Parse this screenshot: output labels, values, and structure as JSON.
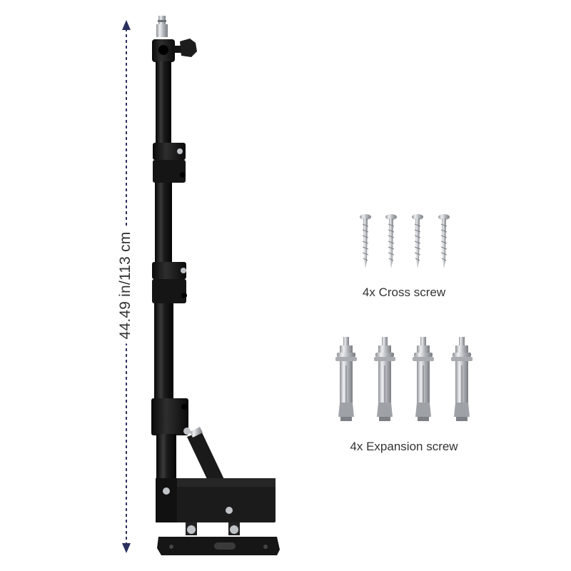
{
  "dimension": {
    "label": "44.49 in/113 cm",
    "arrow_color": "#2b2f5e"
  },
  "cross_screws": {
    "caption": "4x Cross screw",
    "count": 4
  },
  "expansion_screws": {
    "caption": "4x Expansion screw",
    "count": 4
  },
  "colors": {
    "stand_black": "#161616",
    "metal_silver": "#c9cdd1",
    "text": "#333333"
  }
}
